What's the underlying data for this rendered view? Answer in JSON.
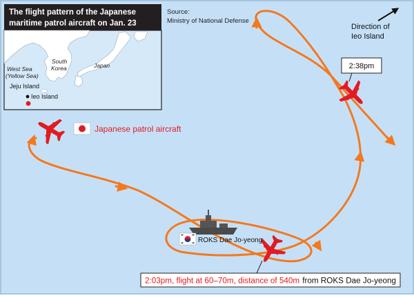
{
  "title_lines": [
    "The flight pattern of the Japanese",
    "maritime patrol aircraft on Jan. 23"
  ],
  "source_lines": [
    "Source:",
    "Ministry of National Defense"
  ],
  "inset": {
    "west_sea_lines": [
      "West Sea",
      "(Yellow Sea)"
    ],
    "south_korea_lines": [
      "South",
      "Korea"
    ],
    "japan": "Japan",
    "jeju": "Jeju Island",
    "ieo": "Ieo Island"
  },
  "direction_lines": [
    "Direction of",
    "Ieo Island"
  ],
  "time_238": "2:38pm",
  "legend_aircraft": "Japanese patrol aircraft",
  "ship_label_1": "ROKS",
  "ship_label_2": "Dae Jo-yeong",
  "bottom_caption_red": "2:03pm, flight at 60–70m, distance of 540m",
  "bottom_caption_black": "from ROKS Dae Jo-yeong",
  "colors": {
    "sea": "#c5e0f6",
    "path": "#f4781e",
    "aircraft": "#e11b22",
    "title_bg": "#231f20",
    "land": "#ffffff"
  }
}
